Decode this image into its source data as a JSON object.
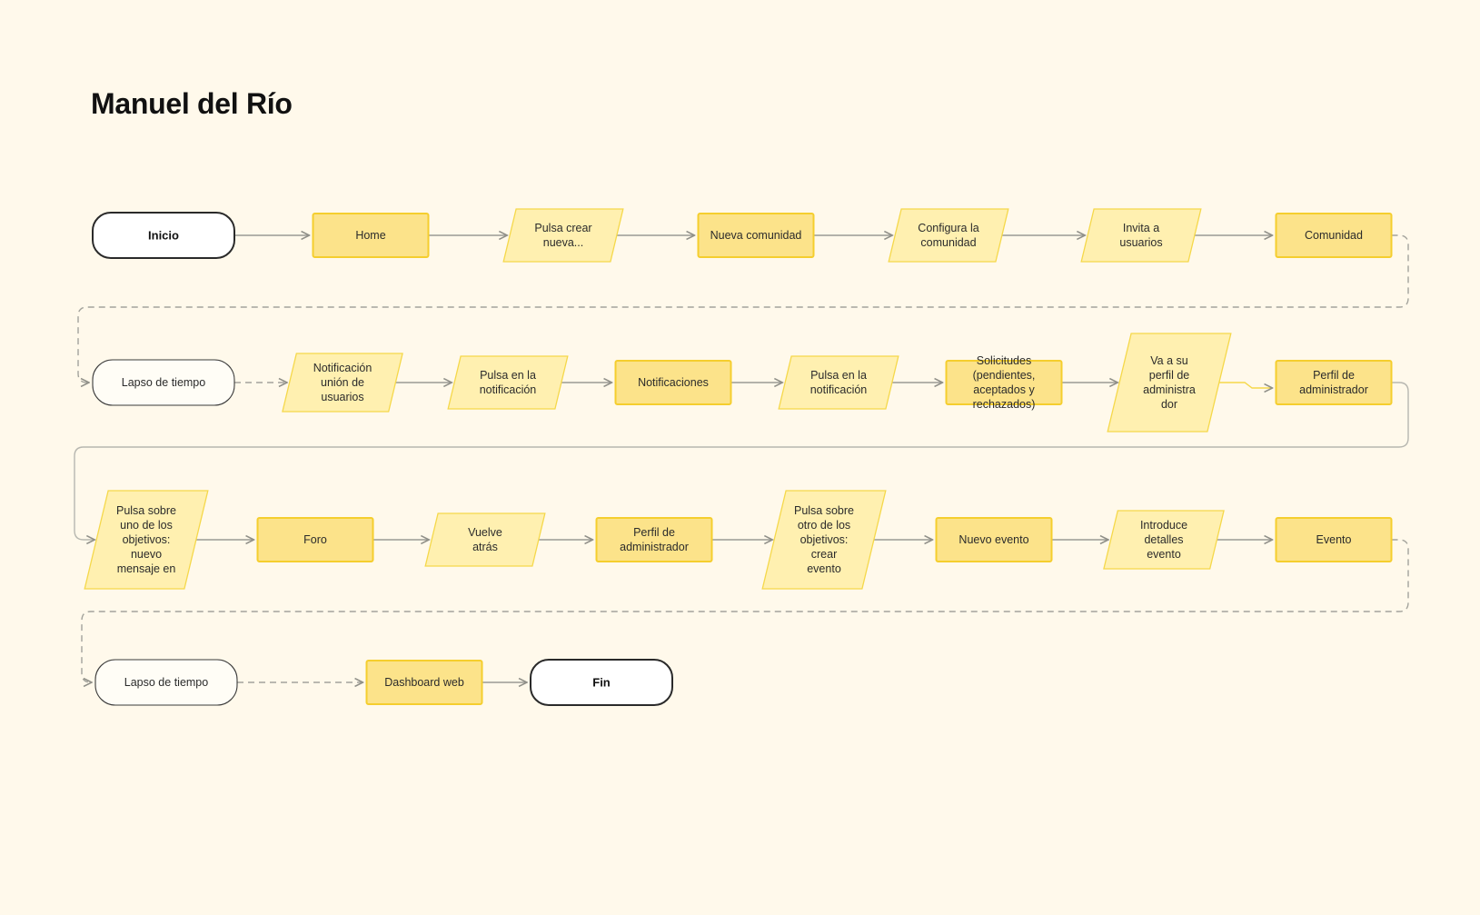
{
  "title": "Manuel del Río",
  "colors": {
    "background": "#FFF9EB",
    "process_fill": "#FCE38A",
    "process_stroke": "#F5CE2E",
    "io_fill": "#FFF0B0",
    "io_stroke": "#F5D84A",
    "terminal_fill": "#FFFFFF",
    "terminal_stroke": "#2a2a2a",
    "edge": "#9a9a94"
  },
  "nodes": [
    {
      "id": "n1",
      "shape": "terminal",
      "text": "Inicio"
    },
    {
      "id": "n2",
      "shape": "process",
      "text": "Home"
    },
    {
      "id": "n3",
      "shape": "io",
      "text": "Pulsa crear\nnueva..."
    },
    {
      "id": "n4",
      "shape": "process",
      "text": "Nueva comunidad"
    },
    {
      "id": "n5",
      "shape": "io",
      "text": "Configura la\ncomunidad"
    },
    {
      "id": "n6",
      "shape": "io",
      "text": "Invita a\nusuarios"
    },
    {
      "id": "n7",
      "shape": "process",
      "text": "Comunidad"
    },
    {
      "id": "n8",
      "shape": "delay",
      "text": "Lapso de tiempo"
    },
    {
      "id": "n9",
      "shape": "io",
      "text": "Notificación\nunión de\nusuarios"
    },
    {
      "id": "n10",
      "shape": "io",
      "text": "Pulsa en la\nnotificación"
    },
    {
      "id": "n11",
      "shape": "process",
      "text": "Notificaciones"
    },
    {
      "id": "n12",
      "shape": "io",
      "text": "Pulsa en la\nnotificación"
    },
    {
      "id": "n13",
      "shape": "process",
      "text": "Solicitudes\n(pendientes,\naceptados y\nrechazados)"
    },
    {
      "id": "n14",
      "shape": "io",
      "text": "Va a su\nperfil de\nadministra\ndor"
    },
    {
      "id": "n15",
      "shape": "process",
      "text": "Perfil de\nadministrador"
    },
    {
      "id": "n16",
      "shape": "io",
      "text": "Pulsa sobre\nuno de los\nobjetivos:\nnuevo\nmensaje en"
    },
    {
      "id": "n17",
      "shape": "process",
      "text": "Foro"
    },
    {
      "id": "n18",
      "shape": "io",
      "text": "Vuelve\natrás"
    },
    {
      "id": "n19",
      "shape": "process",
      "text": "Perfil de\nadministrador"
    },
    {
      "id": "n20",
      "shape": "io",
      "text": "Pulsa sobre\notro de los\nobjetivos:\ncrear\nevento"
    },
    {
      "id": "n21",
      "shape": "process",
      "text": "Nuevo evento"
    },
    {
      "id": "n22",
      "shape": "io",
      "text": "Introduce\ndetalles\nevento"
    },
    {
      "id": "n23",
      "shape": "process",
      "text": "Evento"
    },
    {
      "id": "n24",
      "shape": "delay",
      "text": "Lapso de tiempo"
    },
    {
      "id": "n25",
      "shape": "process",
      "text": "Dashboard web"
    },
    {
      "id": "n26",
      "shape": "terminal",
      "text": "Fin"
    }
  ],
  "edges": [
    {
      "from": "n1",
      "to": "n2",
      "style": "solid"
    },
    {
      "from": "n2",
      "to": "n3",
      "style": "solid"
    },
    {
      "from": "n3",
      "to": "n4",
      "style": "solid"
    },
    {
      "from": "n4",
      "to": "n5",
      "style": "solid"
    },
    {
      "from": "n5",
      "to": "n6",
      "style": "solid"
    },
    {
      "from": "n6",
      "to": "n7",
      "style": "solid"
    },
    {
      "from": "n7",
      "to": "n8",
      "style": "dashed"
    },
    {
      "from": "n8",
      "to": "n9",
      "style": "dashed"
    },
    {
      "from": "n9",
      "to": "n10",
      "style": "solid"
    },
    {
      "from": "n10",
      "to": "n11",
      "style": "solid"
    },
    {
      "from": "n11",
      "to": "n12",
      "style": "solid"
    },
    {
      "from": "n12",
      "to": "n13",
      "style": "solid"
    },
    {
      "from": "n13",
      "to": "n14",
      "style": "solid"
    },
    {
      "from": "n14",
      "to": "n15",
      "style": "highlight"
    },
    {
      "from": "n15",
      "to": "n16",
      "style": "solid"
    },
    {
      "from": "n16",
      "to": "n17",
      "style": "solid"
    },
    {
      "from": "n17",
      "to": "n18",
      "style": "solid"
    },
    {
      "from": "n18",
      "to": "n19",
      "style": "solid"
    },
    {
      "from": "n19",
      "to": "n20",
      "style": "solid"
    },
    {
      "from": "n20",
      "to": "n21",
      "style": "solid"
    },
    {
      "from": "n21",
      "to": "n22",
      "style": "solid"
    },
    {
      "from": "n22",
      "to": "n23",
      "style": "solid"
    },
    {
      "from": "n23",
      "to": "n24",
      "style": "dashed"
    },
    {
      "from": "n24",
      "to": "n25",
      "style": "dashed"
    },
    {
      "from": "n25",
      "to": "n26",
      "style": "solid"
    }
  ]
}
